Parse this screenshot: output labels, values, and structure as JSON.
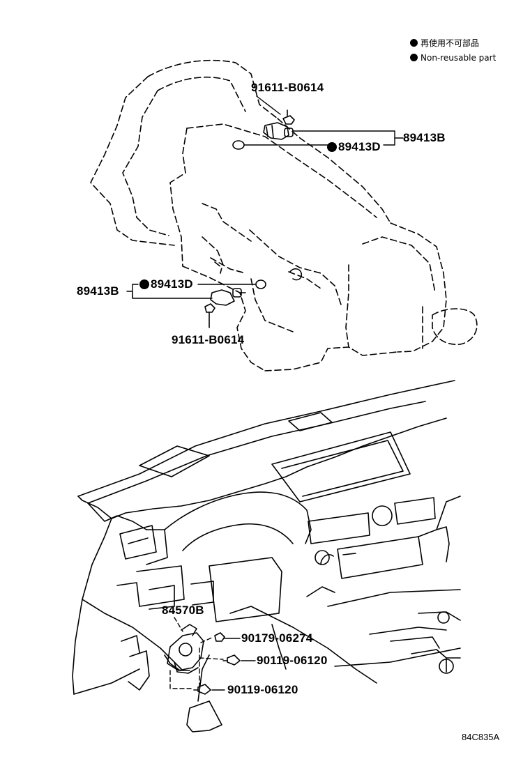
{
  "legend": {
    "japanese": "再使用不可部品",
    "english": "Non-reusable part"
  },
  "transmission_callouts": {
    "bolt_top": "91611-B0614",
    "sensor_top": "89413B",
    "oring_top": "89413D",
    "sensor_bottom": "89413B",
    "oring_bottom": "89413D",
    "bolt_bottom": "91611-B0614"
  },
  "dashboard_callouts": {
    "switch": "84570B",
    "nut": "90179-06274",
    "screw_1": "90119-06120",
    "screw_2": "90119-06120"
  },
  "figure_code": "84C835A",
  "colors": {
    "ink": "#000000",
    "paper": "#ffffff"
  }
}
